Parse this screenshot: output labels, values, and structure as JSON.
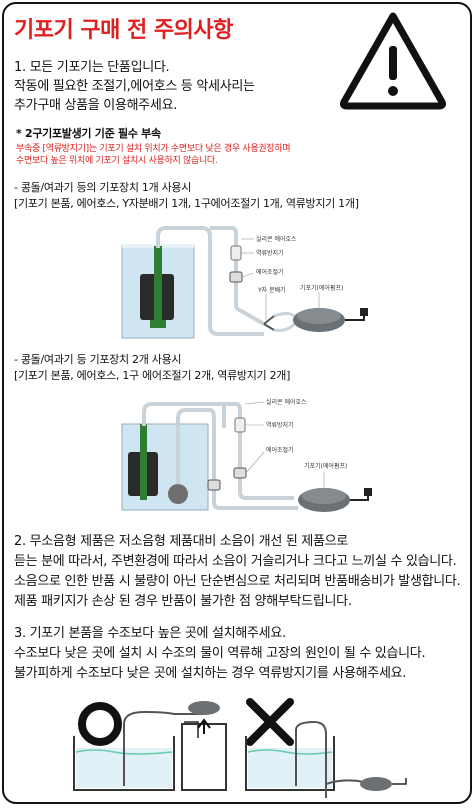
{
  "title": "기포기 구매 전 주의사항",
  "sec1": {
    "heading": "1. 모든 기포기는 단품입니다.",
    "lines": [
      "작동에 필요한 조절기,에어호스 등 악세사리는",
      "추가구매 상품을 이용해주세요."
    ]
  },
  "note": {
    "heading": "* 2구기포발생기 기준 필수 부속",
    "red_lines": [
      "부속중 [역류방지기]는 기포기 설치 위치가 수면보다 낮은 경우 사용권장하며",
      "수면보다 높은 위치에 기포기 설치시 사용하지 않습니다."
    ]
  },
  "setup1": {
    "line1": "- 콩돌/여과기 등의 기포장치 1개 사용시",
    "line2": "[기포기 본품, 에어호스, Y자분배기 1개, 1구에어조절기 1개, 역류방지기 1개]",
    "labels": {
      "hose": "실리콘 에어호스",
      "check": "역류방지기",
      "regulator": "에어조절기",
      "y": "Y자 분배기",
      "pump": "기포기(에어펌프)"
    }
  },
  "setup2": {
    "line1": "- 콩돌/여과기 등 기포장치 2개 사용시",
    "line2": "[기포기 본품, 에어호스, 1구 에어조절기 2개, 역류방지기 2개]",
    "labels": {
      "hose": "실리콘 에어호스",
      "check": "역류방지기",
      "regulator": "에어조절기",
      "pump": "기포기(에어펌프)"
    }
  },
  "sec2": {
    "lines": [
      "2. 무소음형 제품은 저소음형 제품대비 소음이 개선 된 제품으로",
      "듣는 분에 따라서, 주변환경에 따라서 소음이 거슬리거나 크다고 느끼실 수 있습니다.",
      "소음으로 인한 반품 시 불량이 아닌 단순변심으로 처리되며 반품배송비가 발생합니다.",
      "제품 패키지가 손상 된 경우 반품이 불가한 점 양해부탁드립니다."
    ]
  },
  "sec3": {
    "lines": [
      "3. 기포기 본품을 수조보다 높은 곳에 설치해주세요.",
      "수조보다 낮은 곳에 설치 시 수조의 물이 역류해 고장의 원인이 될 수 있습니다.",
      "불가피하게 수조보다 낮은 곳에 설치하는 경우 역류방지기를 사용해주세요."
    ]
  },
  "colors": {
    "accent": "#e02020",
    "water": "#cfe6f2",
    "sponge": "#2a2a2a",
    "filter_green": "#2e7d32"
  }
}
